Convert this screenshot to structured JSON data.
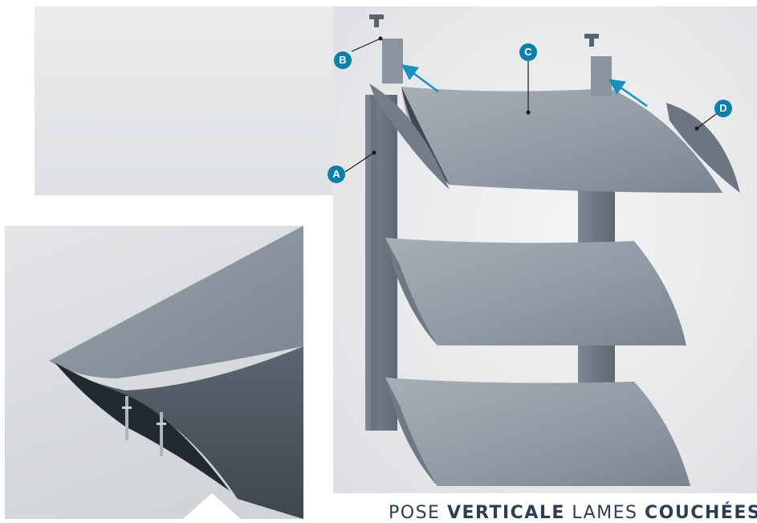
{
  "labels": {
    "a": "A",
    "b": "B",
    "c": "C",
    "d": "D"
  },
  "caption": {
    "part1": "POSE ",
    "part2": "VERTICALE",
    "part3": " LAMES ",
    "part4": "COUCHÉES"
  },
  "colors": {
    "badge": "#0e80a8",
    "arrow": "#1b8fbd",
    "aluminium": "#8e98a3",
    "caption_text": "#2c3e50"
  },
  "icons": {
    "arrow_b": "arrow-up-left",
    "arrow_c": "arrow-up-left"
  }
}
